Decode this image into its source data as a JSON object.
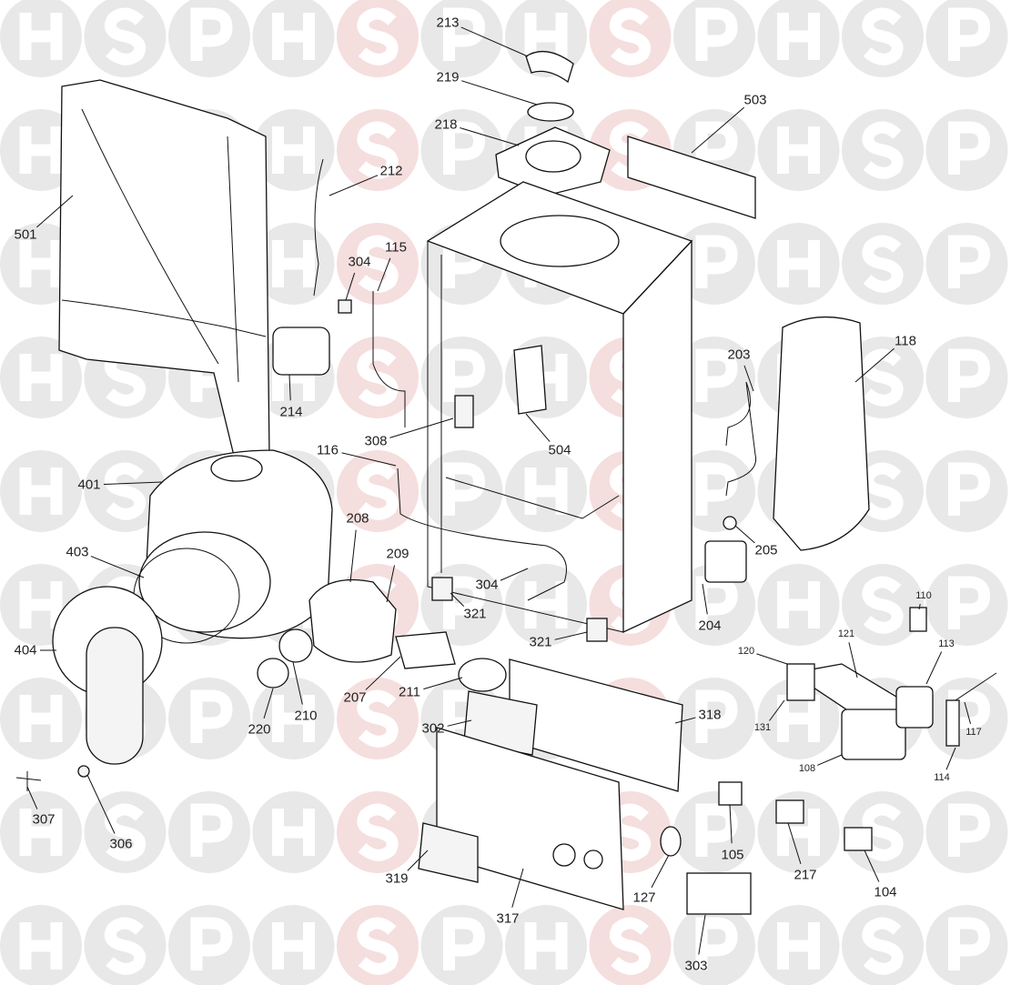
{
  "watermark": {
    "letters": [
      "H",
      "S",
      "P"
    ],
    "colors": {
      "circle": "#e8e8e8",
      "accent_circle": "#f5dede"
    }
  },
  "diagram": {
    "labels": [
      "213",
      "219",
      "218",
      "503",
      "212",
      "501",
      "304",
      "115",
      "214",
      "118",
      "203",
      "308",
      "504",
      "116",
      "401",
      "208",
      "209",
      "205",
      "403",
      "304",
      "321",
      "204",
      "110",
      "121",
      "113",
      "404",
      "321",
      "120",
      "207",
      "211",
      "220",
      "210",
      "318",
      "131",
      "302",
      "117",
      "108",
      "114",
      "307",
      "306",
      "105",
      "217",
      "104",
      "319",
      "127",
      "317",
      "303"
    ]
  }
}
